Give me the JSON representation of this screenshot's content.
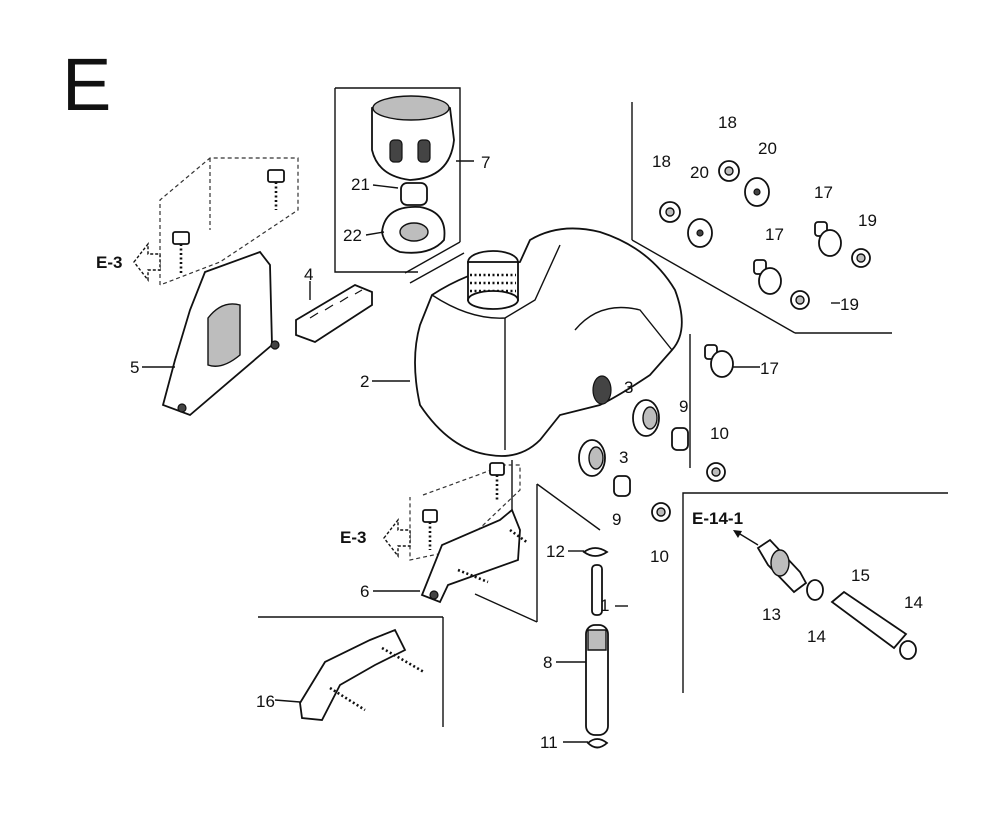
{
  "section_letter": "E",
  "ref_arrows": [
    "E-3",
    "E-3"
  ],
  "ref_label_fuel_line": "E-14-1",
  "callouts": [
    "1",
    "2",
    "3",
    "3",
    "4",
    "5",
    "6",
    "7",
    "8",
    "9",
    "9",
    "10",
    "10",
    "11",
    "12",
    "13",
    "14",
    "14",
    "15",
    "16",
    "17",
    "17",
    "17",
    "18",
    "18",
    "19",
    "19",
    "20",
    "20",
    "21",
    "22"
  ]
}
